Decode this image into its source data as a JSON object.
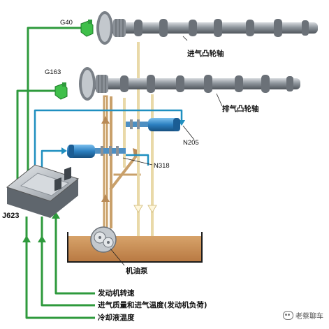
{
  "labels": {
    "g40": "G40",
    "g163": "G163",
    "intake_camshaft": "进气凸轮轴",
    "exhaust_camshaft": "排气凸轮轴",
    "n205": "N205",
    "n318": "N318",
    "j623": "J623",
    "oil_pump": "机油泵"
  },
  "inputs": [
    "发动机转速",
    "进气质量和进气温度(发动机负荷)",
    "冷却液温度"
  ],
  "watermark": "老蔡聊车",
  "colors": {
    "wire_green": "#2e9a3c",
    "wire_blue": "#1f8fc0",
    "oil_tan": "#c9a06a",
    "oil_fill": "#c8925a",
    "camshaft": "#9aa1a8",
    "solenoid_blue": "#2b7fc0"
  }
}
